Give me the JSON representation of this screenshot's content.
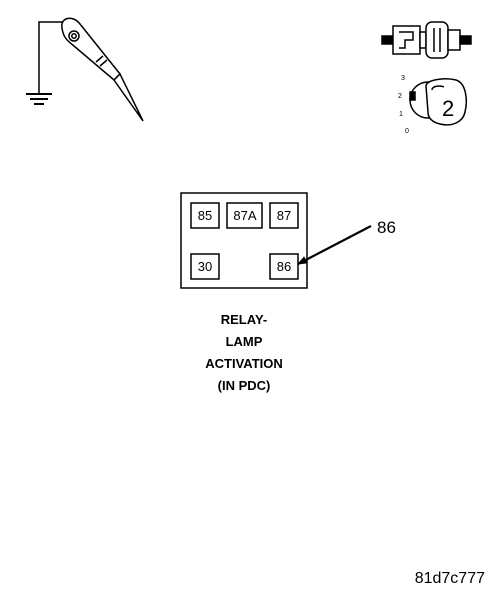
{
  "relay": {
    "terminals": {
      "t85": "85",
      "t87a": "87A",
      "t87": "87",
      "t30": "30",
      "t86": "86"
    },
    "callout": "86",
    "caption": [
      "RELAY-",
      "LAMP",
      "ACTIVATION",
      "(IN PDC)"
    ]
  },
  "ignition_key": {
    "positions": [
      "3",
      "2",
      "1",
      "0"
    ],
    "number": "2"
  },
  "figure_id": "81d7c777",
  "icons": [
    "test-probe-ground-icon",
    "connector-icon",
    "ignition-key-icon"
  ]
}
